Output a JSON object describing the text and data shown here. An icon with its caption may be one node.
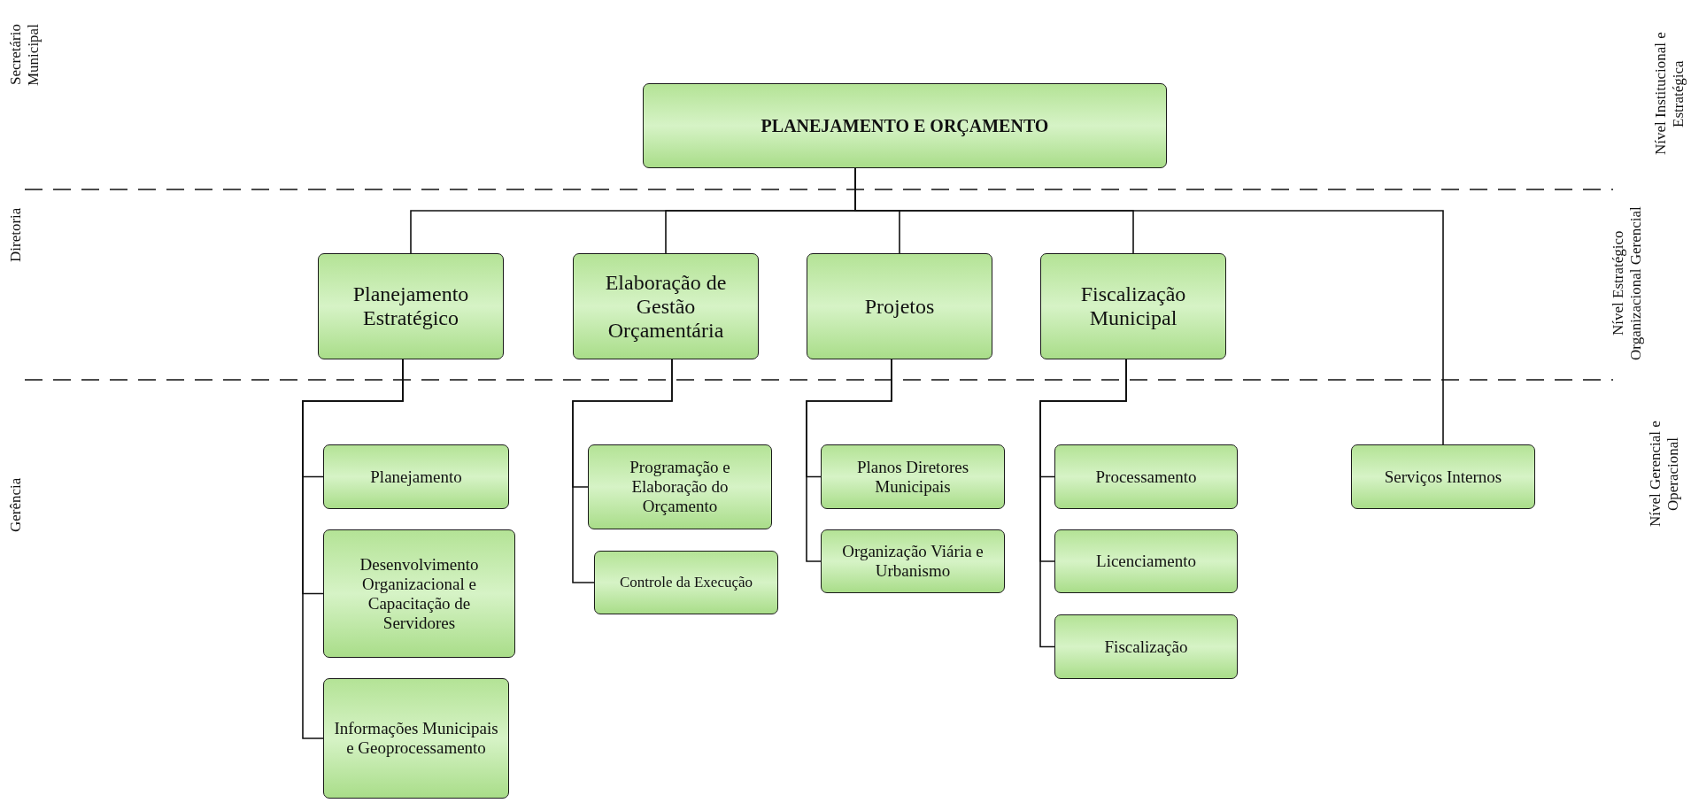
{
  "diagram": {
    "nodes": [
      {
        "text": [
          "PLANEJAMENTO E ORÇAMENTO"
        ]
      },
      {
        "text": [
          "Planejamento Estratégico"
        ]
      },
      {
        "text": [
          "Elaboração de Gestão Orçamentária"
        ]
      },
      {
        "text": [
          "Projetos"
        ]
      },
      {
        "text": [
          "Fiscalização Municipal"
        ]
      },
      {
        "text": [
          "Planejamento"
        ]
      },
      {
        "text": [
          "Desenvolvimento Organizacional e Capacitação de Servidores"
        ]
      },
      {
        "text": [
          "Informações Municipais e Geoprocessamento"
        ]
      },
      {
        "text": [
          "Programação e Elaboração do Orçamento"
        ]
      },
      {
        "text": [
          "Controle da Execução"
        ]
      },
      {
        "text": [
          "Planos Diretores Municipais"
        ]
      },
      {
        "text": [
          "Organização Viária e Urbanismo"
        ]
      },
      {
        "text": [
          "Processamento"
        ]
      },
      {
        "text": [
          "Licenciamento"
        ]
      },
      {
        "text": [
          "Fiscalização"
        ]
      },
      {
        "text": [
          "Serviços  Internos"
        ]
      }
    ],
    "edges": [
      {
        "from": 0,
        "to": 1,
        "arrow": "none"
      },
      {
        "from": 0,
        "to": 2,
        "arrow": "none"
      },
      {
        "from": 0,
        "to": 3,
        "arrow": "none"
      },
      {
        "from": 0,
        "to": 4,
        "arrow": "none"
      },
      {
        "from": 0,
        "to": 15,
        "arrow": "none"
      },
      {
        "from": 1,
        "to": 5,
        "arrow": "none"
      },
      {
        "from": 1,
        "to": 6,
        "arrow": "none"
      },
      {
        "from": 1,
        "to": 7,
        "arrow": "none"
      },
      {
        "from": 2,
        "to": 8,
        "arrow": "none"
      },
      {
        "from": 2,
        "to": 9,
        "arrow": "none"
      },
      {
        "from": 3,
        "to": 10,
        "arrow": "none"
      },
      {
        "from": 3,
        "to": 11,
        "arrow": "none"
      },
      {
        "from": 4,
        "to": 12,
        "arrow": "none"
      },
      {
        "from": 4,
        "to": 13,
        "arrow": "none"
      },
      {
        "from": 4,
        "to": 14,
        "arrow": "none"
      }
    ],
    "labels": [
      "Secretário Municipal",
      "Diretoria",
      "Gerência",
      "Nível Institucional e Estratégica",
      "Nível Estratégico Organizacional Gerencial",
      "Nível Gerencial e Operacional"
    ]
  }
}
